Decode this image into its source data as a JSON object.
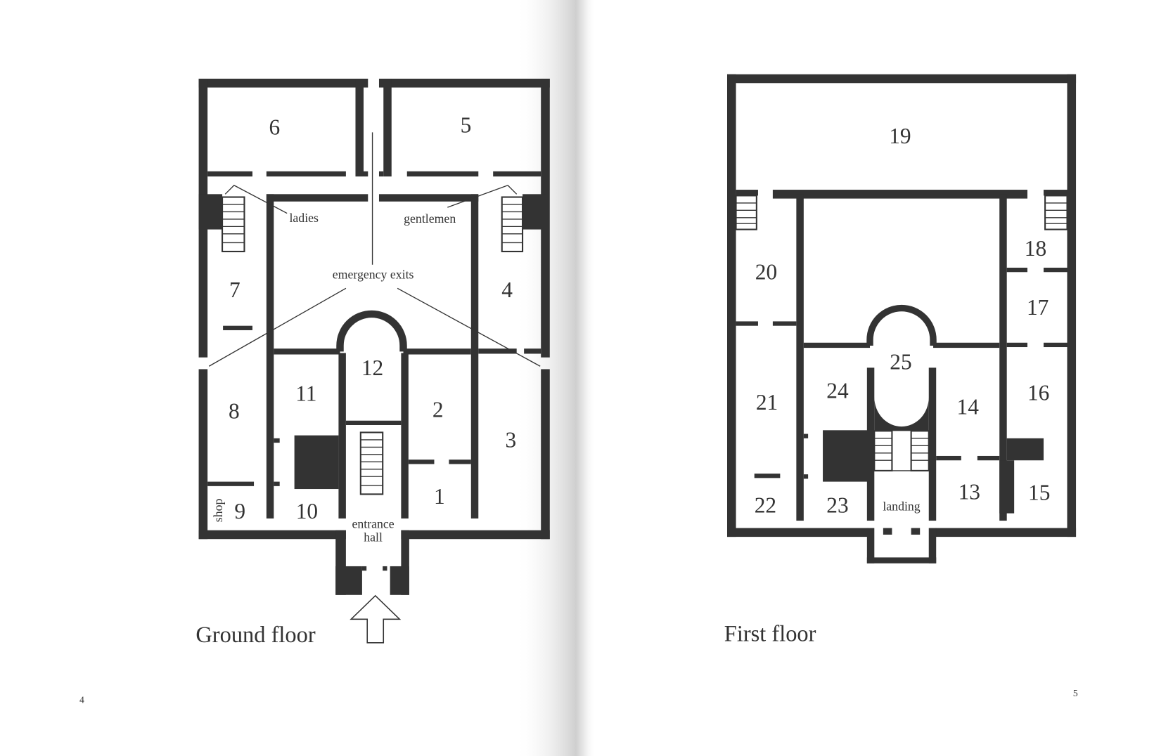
{
  "ground_floor": {
    "title": "Ground floor",
    "page_number": "4",
    "rooms": {
      "r1": "1",
      "r2": "2",
      "r3": "3",
      "r4": "4",
      "r5": "5",
      "r6": "6",
      "r7": "7",
      "r8": "8",
      "r9": "9",
      "r10": "10",
      "r11": "11",
      "r12": "12"
    },
    "labels": {
      "ladies": "ladies",
      "gentlemen": "gentlemen",
      "emergency_exits": "emergency exits",
      "entrance": "entrance",
      "hall": "hall",
      "shop": "shop"
    }
  },
  "first_floor": {
    "title": "First floor",
    "page_number": "5",
    "rooms": {
      "r13": "13",
      "r14": "14",
      "r15": "15",
      "r16": "16",
      "r17": "17",
      "r18": "18",
      "r19": "19",
      "r20": "20",
      "r21": "21",
      "r22": "22",
      "r23": "23",
      "r24": "24",
      "r25": "25"
    },
    "labels": {
      "landing": "landing"
    }
  },
  "colors": {
    "ink": "#333333",
    "paper": "#ffffff",
    "gutter_shadow": "#d9d9d9"
  }
}
